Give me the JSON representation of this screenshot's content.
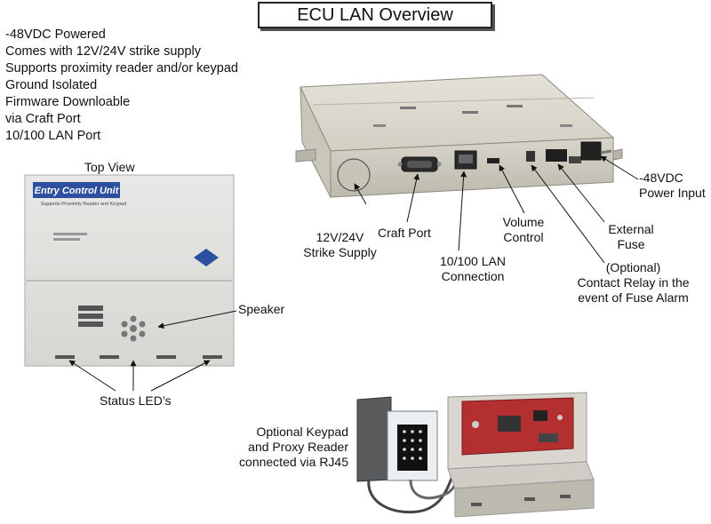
{
  "title": "ECU LAN Overview",
  "features": [
    "-48VDC Powered",
    "Comes with 12V/24V strike supply",
    "Supports proximity reader and/or keypad",
    "Ground Isolated",
    "Firmware Downloable",
    "via Craft Port",
    "10/100 LAN Port"
  ],
  "top_view": {
    "caption": "Top View",
    "panel_title": "Entry Control Unit",
    "panel_subtitle": "Supports Proximity Reader and Keypad",
    "speaker_label": "Speaker",
    "status_label": "Status LED’s"
  },
  "device_labels": {
    "strike_1": "12V/24V",
    "strike_2": "Strike Supply",
    "craft": "Craft Port",
    "lan_1": "10/100 LAN",
    "lan_2": "Connection",
    "volume_1": "Volume",
    "volume_2": "Control",
    "fuse_1": "External",
    "fuse_2": "Fuse",
    "relay_1": "(Optional)",
    "relay_2": "Contact Relay in the",
    "relay_3": "event of Fuse Alarm",
    "power_1": "-48VDC",
    "power_2": "Power Input"
  },
  "keypad_labels": {
    "line_1": "Optional Keypad",
    "line_2": "and Proxy Reader",
    "line_3": "connected via RJ45"
  }
}
